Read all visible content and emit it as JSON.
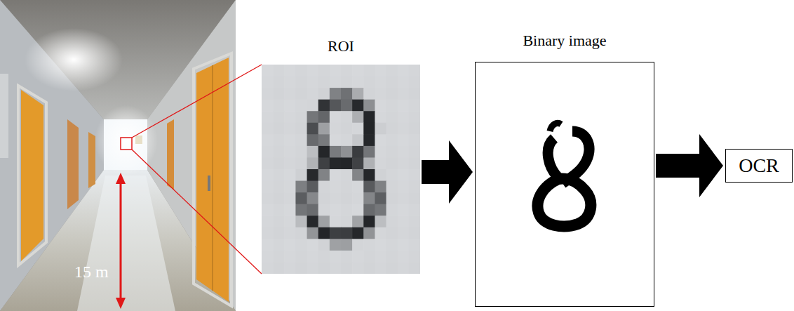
{
  "diagram": {
    "nodes": [
      {
        "text": [
          "ROI"
        ]
      },
      {
        "text": [
          "Binary image"
        ]
      },
      {
        "text": [
          "OCR"
        ]
      }
    ],
    "edges": [
      {
        "from": 0,
        "to": 1,
        "arrow": "to"
      },
      {
        "from": 1,
        "to": 2,
        "arrow": "to"
      }
    ],
    "labels": [
      "15 m"
    ]
  }
}
